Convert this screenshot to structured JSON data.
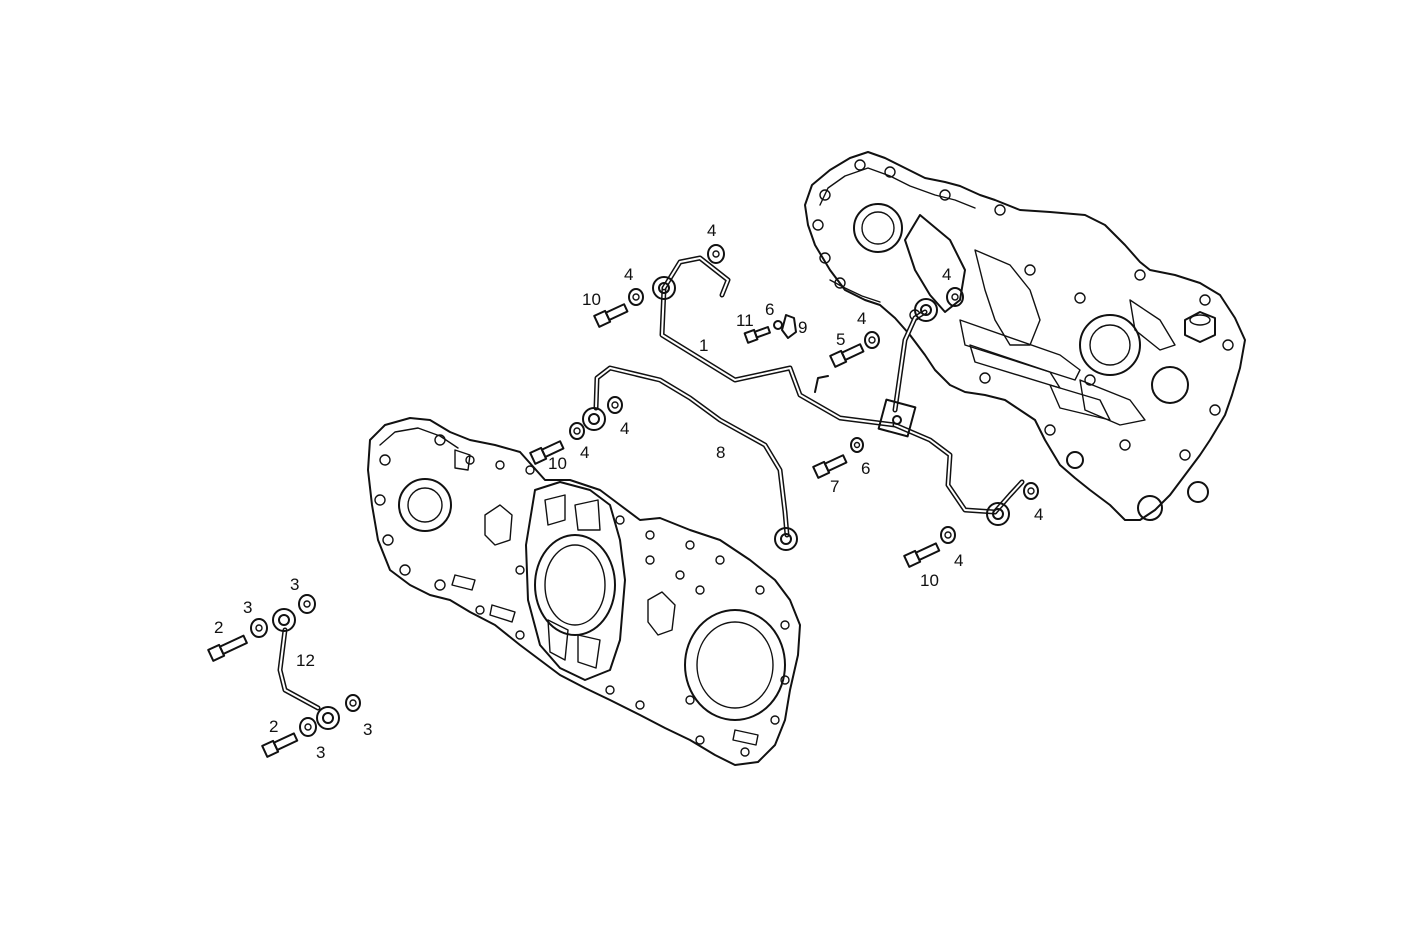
{
  "callouts": {
    "c_4_top": "4",
    "c_4_a": "4",
    "c_10_a": "10",
    "c_11": "11",
    "c_6_a": "6",
    "c_9": "9",
    "c_1": "1",
    "c_5": "5",
    "c_4_b": "4",
    "c_4_c": "4",
    "c_4_d": "4",
    "c_4_e": "4",
    "c_10_b": "10",
    "c_8": "8",
    "c_6_b": "6",
    "c_7": "7",
    "c_4_f": "4",
    "c_4_g": "4",
    "c_10_c": "10",
    "c_3_a": "3",
    "c_3_b": "3",
    "c_2_a": "2",
    "c_12": "12",
    "c_2_b": "2",
    "c_3_c": "3",
    "c_3_d": "3"
  }
}
